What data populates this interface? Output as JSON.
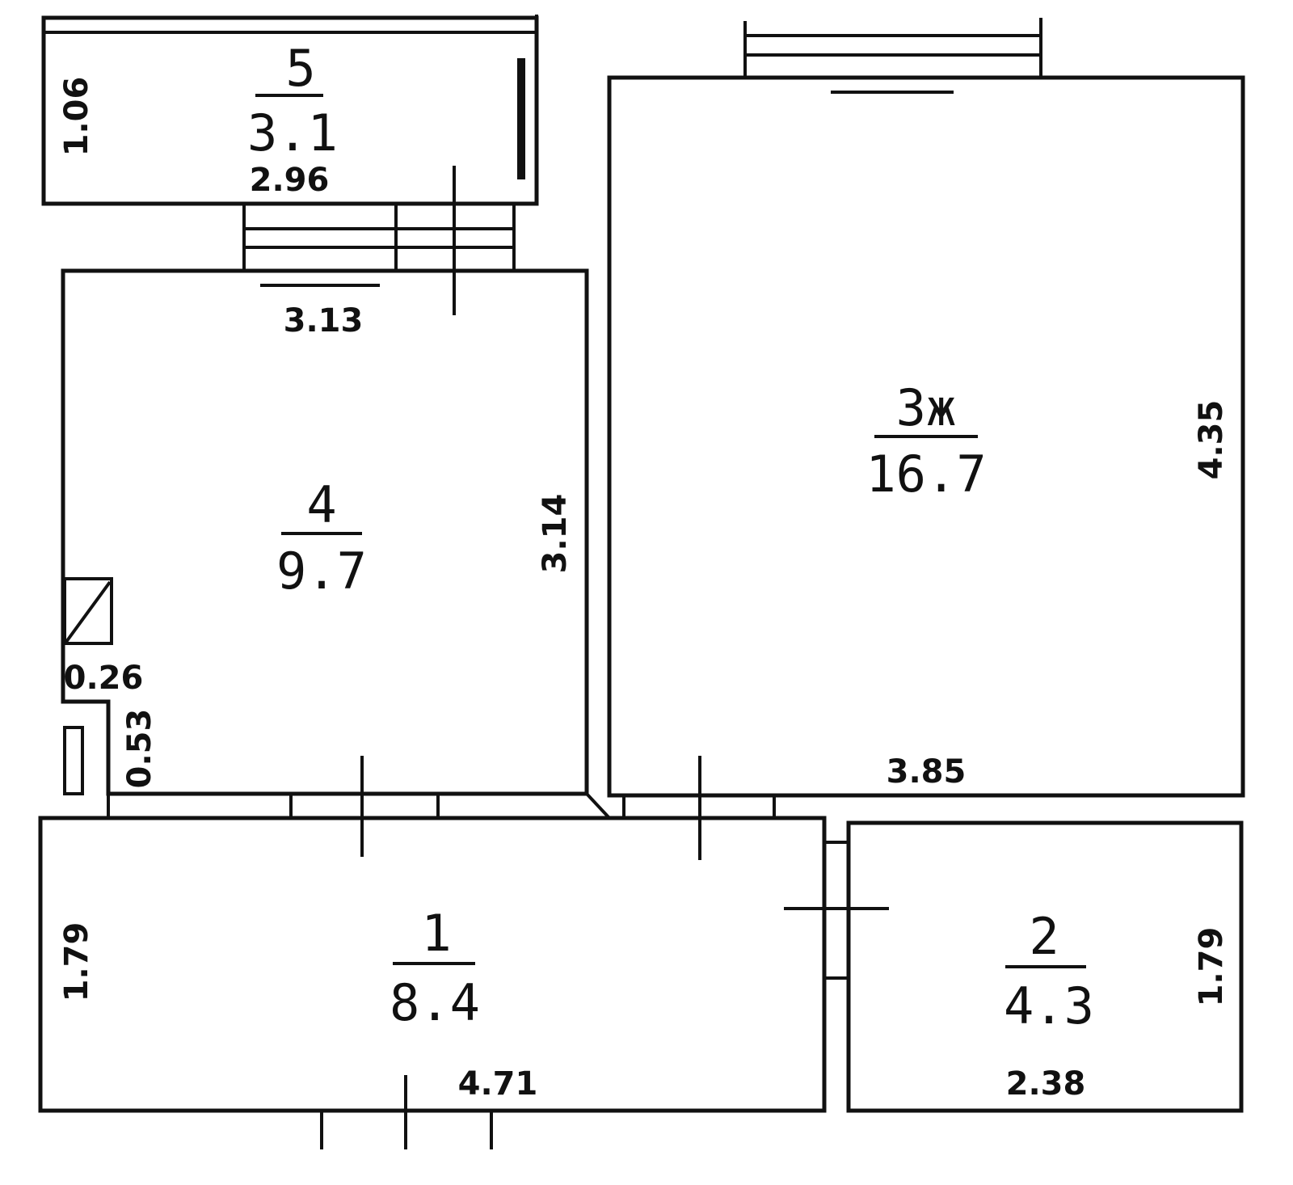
{
  "rooms": [
    {
      "id": "room-5",
      "number": "5",
      "area": "3.1"
    },
    {
      "id": "room-4",
      "number": "4",
      "area": "9.7"
    },
    {
      "id": "room-3",
      "number": "3ж",
      "area": "16.7"
    },
    {
      "id": "room-1",
      "number": "1",
      "area": "8.4"
    },
    {
      "id": "room-2",
      "number": "2",
      "area": "4.3"
    }
  ],
  "dimensions": {
    "balcony_height": "1.06",
    "balcony_width": "2.96",
    "kitchen_width": "3.13",
    "kitchen_height": "3.14",
    "living_height": "4.35",
    "living_width": "3.85",
    "niche_width": "0.26",
    "niche_depth": "0.53",
    "hall_height": "1.79",
    "hall_width": "4.71",
    "bath_height": "1.79",
    "bath_width": "2.38"
  }
}
